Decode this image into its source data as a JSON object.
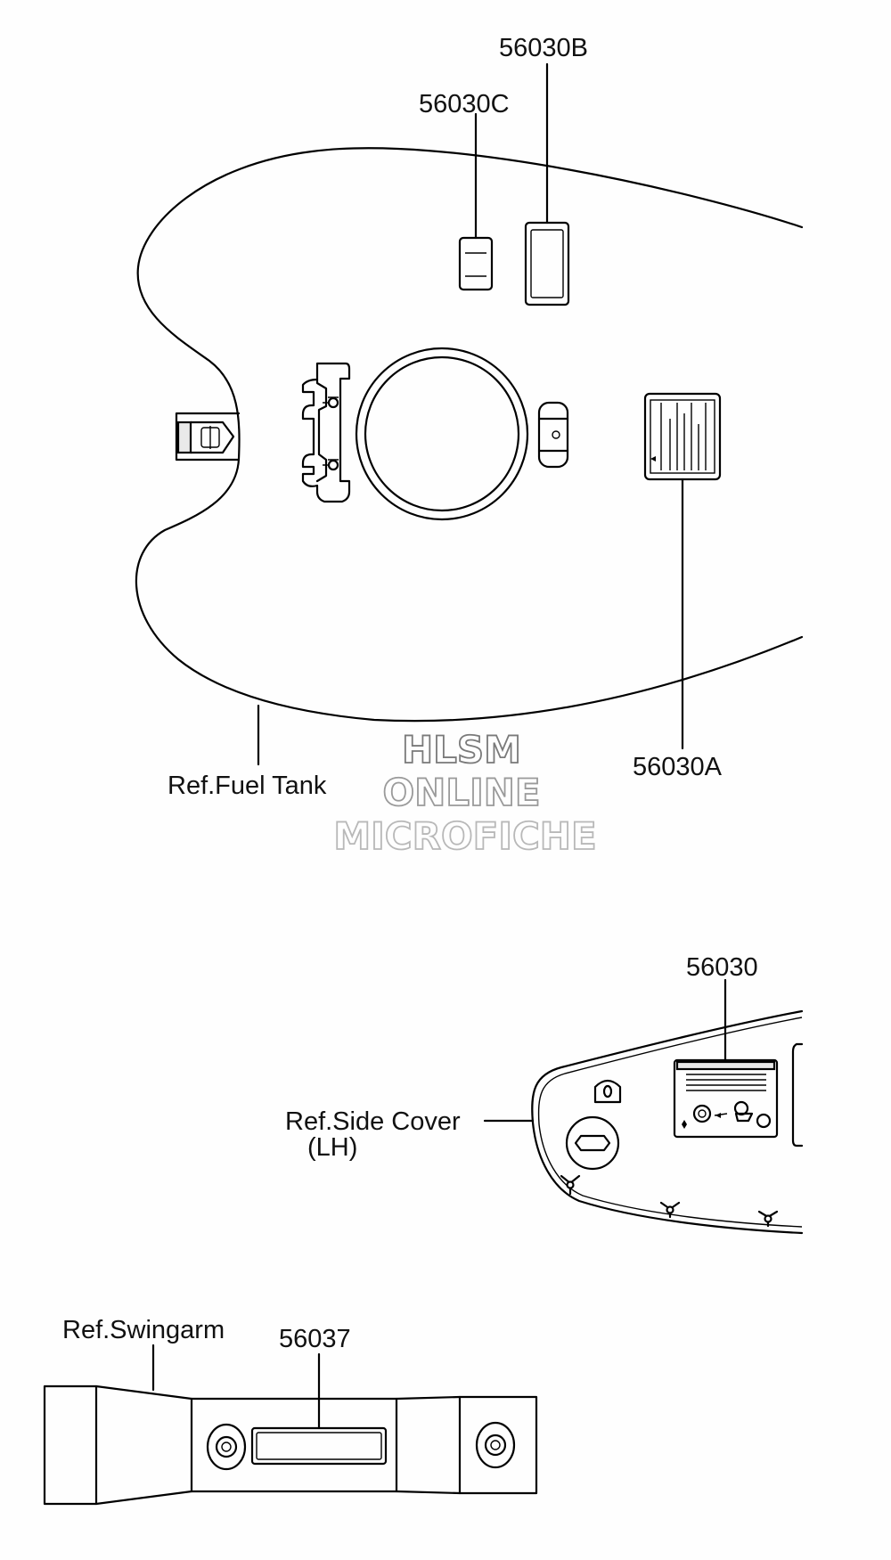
{
  "labels": {
    "part_56030B": "56030B",
    "part_56030C": "56030C",
    "part_56030A": "56030A",
    "ref_fuel_tank": "Ref.Fuel Tank",
    "part_56030": "56030",
    "ref_side_cover_line1": "Ref.Side Cover",
    "ref_side_cover_line2": "(LH)",
    "ref_swingarm": "Ref.Swingarm",
    "part_56037": "56037"
  },
  "watermark": {
    "line1": "HLSM",
    "line2": "ONLINE",
    "line3": "MICROFICHE"
  },
  "colors": {
    "background": "#fefefe",
    "line": "#000000",
    "watermark": "#999999"
  }
}
